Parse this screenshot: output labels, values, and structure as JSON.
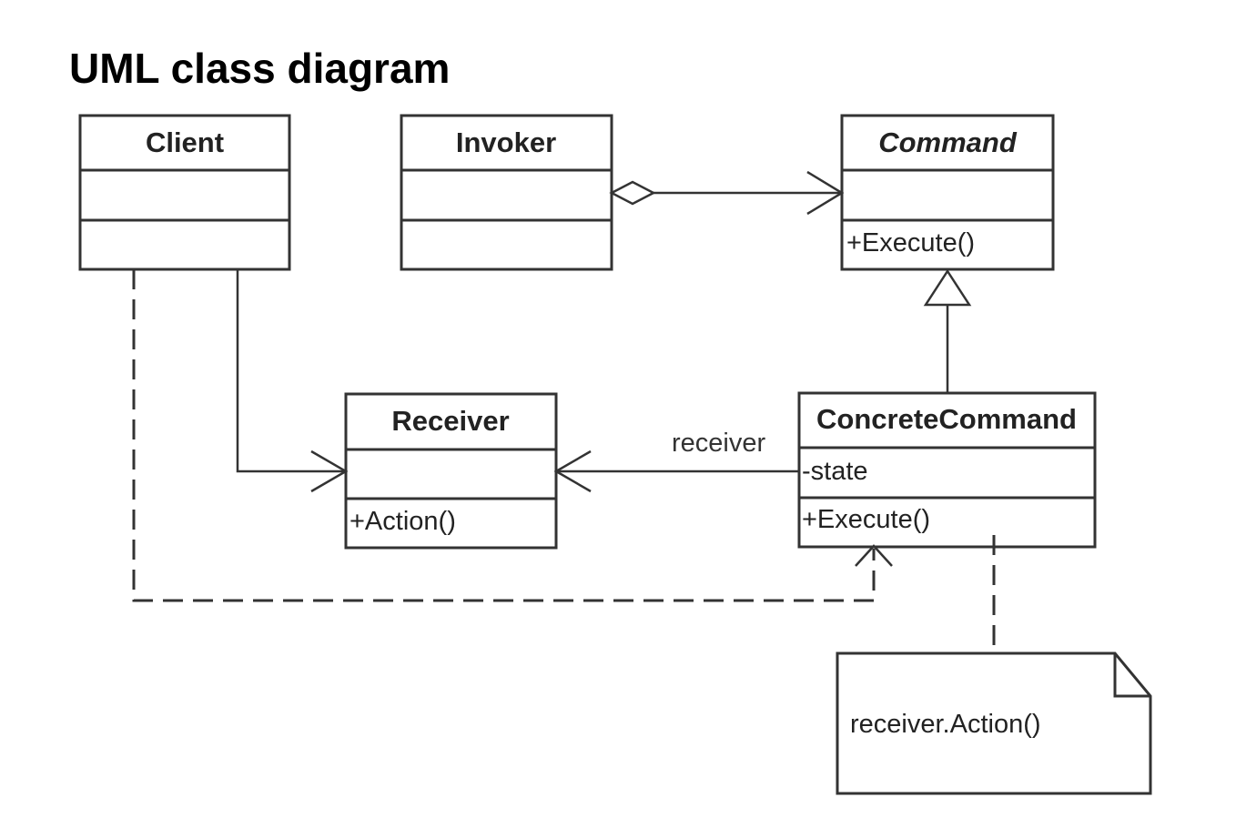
{
  "title": "UML class diagram",
  "classes": {
    "client": {
      "name": "Client",
      "attributes": "",
      "operations": ""
    },
    "invoker": {
      "name": "Invoker",
      "attributes": "",
      "operations": ""
    },
    "command": {
      "name": "Command",
      "abstract": true,
      "attributes": "",
      "operations": "+Execute()"
    },
    "receiver": {
      "name": "Receiver",
      "attributes": "",
      "operations": "+Action()"
    },
    "concrete_command": {
      "name": "ConcreteCommand",
      "attributes": "-state",
      "operations": "+Execute()"
    }
  },
  "relations": {
    "receiver_role": "receiver"
  },
  "note": {
    "text": "receiver.Action()"
  }
}
